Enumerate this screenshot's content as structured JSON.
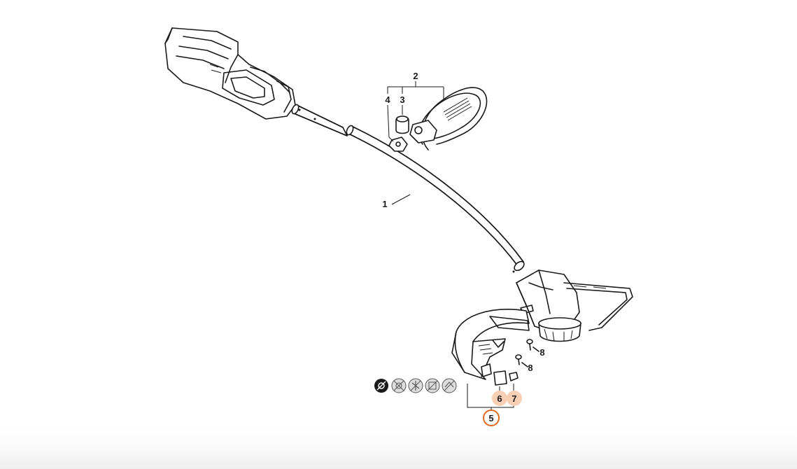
{
  "callouts": {
    "c1": "1",
    "c2": "2",
    "c3": "3",
    "c4": "4",
    "c5": "5",
    "c6": "6",
    "c7": "7",
    "c8a": "8",
    "c8b": "8"
  },
  "state": {
    "selected": "5",
    "highlighted": [
      "6",
      "7"
    ]
  },
  "colors": {
    "selected_ring": "#e06a1c",
    "highlight_fill": "#f7cfb4",
    "ink": "#1a1a1a"
  },
  "symbols": [
    "tool-symbol-active-icon",
    "tool-symbol-crossed-1-icon",
    "tool-symbol-crossed-2-icon",
    "tool-symbol-crossed-3-icon",
    "tool-symbol-crossed-4-icon"
  ]
}
